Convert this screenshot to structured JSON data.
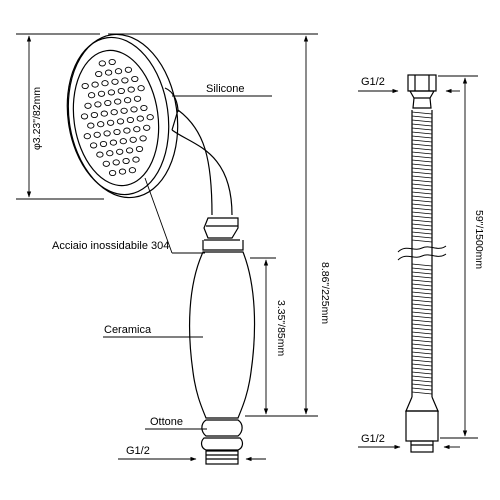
{
  "labels": {
    "silicone": "Silicone",
    "acciaio": "Acciaio inossidabile 304",
    "ceramica": "Ceramica",
    "ottone": "Ottone",
    "g12_head": "G1/2",
    "g12_hose_top": "G1/2",
    "g12_hose_bottom": "G1/2"
  },
  "dimensions": {
    "head_diameter": "φ3.23\"/82mm",
    "total_length": "8.86\"/225mm",
    "handle_length": "3.35\"/85mm",
    "hose_length": "59\"/1500mm"
  },
  "colors": {
    "line": "#000000",
    "background": "#ffffff"
  }
}
